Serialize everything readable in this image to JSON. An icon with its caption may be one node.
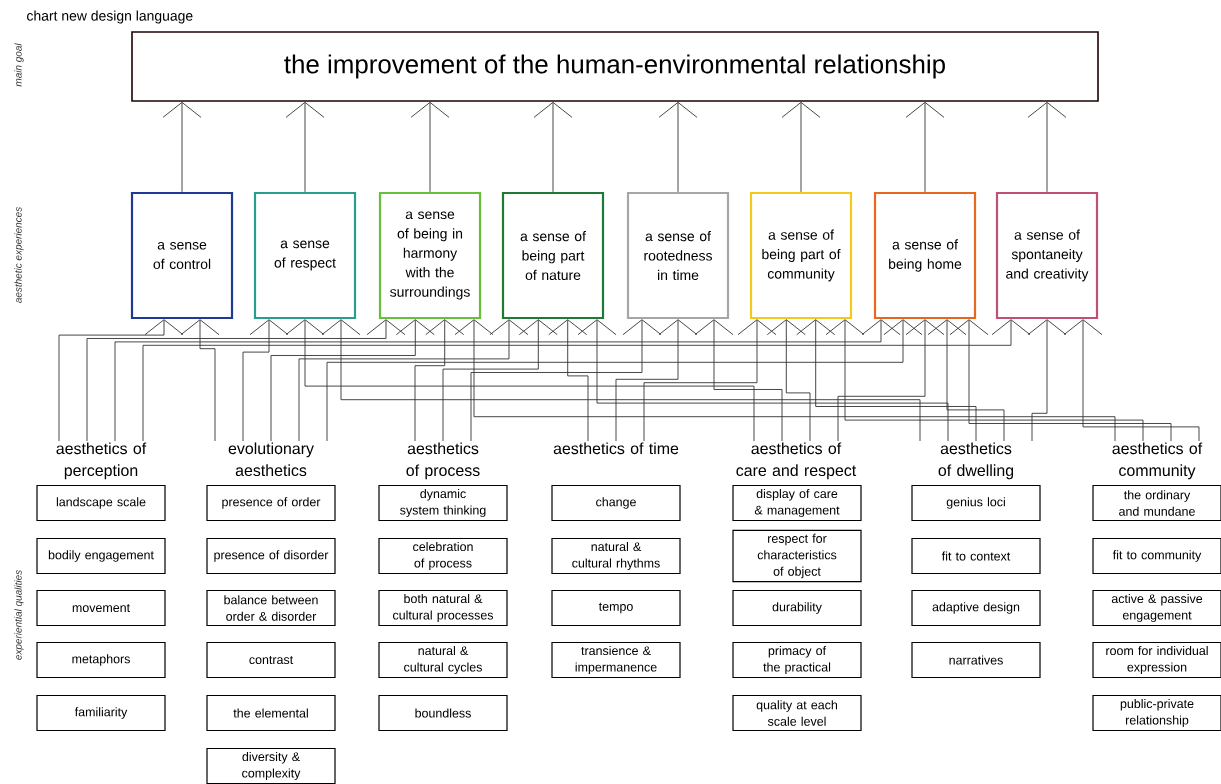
{
  "diagram": {
    "title": "chart new design language",
    "nodes": [
      {
        "text": [
          "the improvement of the human-environmental relationship"
        ]
      },
      {
        "text": [
          "a sense of control"
        ]
      },
      {
        "text": [
          "a sense of respect"
        ]
      },
      {
        "text": [
          "a sense of being in harmony with the surroundings"
        ]
      },
      {
        "text": [
          "a sense of being part of nature"
        ]
      },
      {
        "text": [
          "a sense of rootedness in time"
        ]
      },
      {
        "text": [
          "a sense of being part of community"
        ]
      },
      {
        "text": [
          "a sense of being home"
        ]
      },
      {
        "text": [
          "a sense of spontaneity and creativity"
        ]
      },
      {
        "text": [
          "aesthetics of perception"
        ]
      },
      {
        "text": [
          "evolutionary aesthetics"
        ]
      },
      {
        "text": [
          "aesthetics of process"
        ]
      },
      {
        "text": [
          "aesthetics of time"
        ]
      },
      {
        "text": [
          "aesthetics of care and respect"
        ]
      },
      {
        "text": [
          "aesthetics of dwelling"
        ]
      },
      {
        "text": [
          "aesthetics of community"
        ]
      },
      {
        "text": [
          "landscape scale"
        ]
      },
      {
        "text": [
          "bodily engagement"
        ]
      },
      {
        "text": [
          "movement"
        ]
      },
      {
        "text": [
          "metaphors"
        ]
      },
      {
        "text": [
          "familiarity"
        ]
      },
      {
        "text": [
          "presence of order"
        ]
      },
      {
        "text": [
          "presence of disorder"
        ]
      },
      {
        "text": [
          "balance between order & disorder"
        ]
      },
      {
        "text": [
          "contrast"
        ]
      },
      {
        "text": [
          "the elemental"
        ]
      },
      {
        "text": [
          "diversity & complexity"
        ]
      },
      {
        "text": [
          "dynamic system thinking"
        ]
      },
      {
        "text": [
          "celebration of process"
        ]
      },
      {
        "text": [
          "both natural & cultural processes"
        ]
      },
      {
        "text": [
          "natural & cultural cycles"
        ]
      },
      {
        "text": [
          "boundless"
        ]
      },
      {
        "text": [
          "change"
        ]
      },
      {
        "text": [
          "natural & cultural rhythms"
        ]
      },
      {
        "text": [
          "tempo"
        ]
      },
      {
        "text": [
          "transience & impermanence"
        ]
      },
      {
        "text": [
          "display of care & management"
        ]
      },
      {
        "text": [
          "respect for characteristics of object"
        ]
      },
      {
        "text": [
          "durability"
        ]
      },
      {
        "text": [
          "primacy of the practical"
        ]
      },
      {
        "text": [
          "quality at each scale level"
        ]
      },
      {
        "text": [
          "genius loci"
        ]
      },
      {
        "text": [
          "fit to context"
        ]
      },
      {
        "text": [
          "adaptive design"
        ]
      },
      {
        "text": [
          "narratives"
        ]
      },
      {
        "text": [
          "the ordinary and mundane"
        ]
      },
      {
        "text": [
          "fit to community"
        ]
      },
      {
        "text": [
          "active & passive engagement"
        ]
      },
      {
        "text": [
          "room for individual expression"
        ]
      },
      {
        "text": [
          "public-private relationship"
        ]
      }
    ],
    "edges": [
      {
        "from": 1,
        "to": 0,
        "arrow": "to"
      },
      {
        "from": 2,
        "to": 0,
        "arrow": "to"
      },
      {
        "from": 3,
        "to": 0,
        "arrow": "to"
      },
      {
        "from": 4,
        "to": 0,
        "arrow": "to"
      },
      {
        "from": 5,
        "to": 0,
        "arrow": "to"
      },
      {
        "from": 6,
        "to": 0,
        "arrow": "to"
      },
      {
        "from": 7,
        "to": 0,
        "arrow": "to"
      },
      {
        "from": 8,
        "to": 0,
        "arrow": "to"
      },
      {
        "from": 9,
        "to": 1,
        "arrow": "to"
      },
      {
        "from": 9,
        "to": 3,
        "arrow": "to"
      },
      {
        "from": 9,
        "to": 7,
        "arrow": "to"
      },
      {
        "from": 9,
        "to": 8,
        "arrow": "to"
      },
      {
        "from": 10,
        "to": 1,
        "arrow": "to"
      },
      {
        "from": 10,
        "to": 2,
        "arrow": "to"
      },
      {
        "from": 10,
        "to": 3,
        "arrow": "to"
      },
      {
        "from": 10,
        "to": 4,
        "arrow": "to"
      },
      {
        "from": 10,
        "to": 7,
        "arrow": "to"
      },
      {
        "from": 11,
        "to": 3,
        "arrow": "to"
      },
      {
        "from": 11,
        "to": 4,
        "arrow": "to"
      },
      {
        "from": 11,
        "to": 5,
        "arrow": "to"
      },
      {
        "from": 12,
        "to": 4,
        "arrow": "to"
      },
      {
        "from": 12,
        "to": 5,
        "arrow": "to"
      },
      {
        "from": 12,
        "to": 6,
        "arrow": "to"
      },
      {
        "from": 13,
        "to": 2,
        "arrow": "to"
      },
      {
        "from": 13,
        "to": 5,
        "arrow": "to"
      },
      {
        "from": 13,
        "to": 6,
        "arrow": "to"
      },
      {
        "from": 13,
        "to": 7,
        "arrow": "to"
      },
      {
        "from": 14,
        "to": 2,
        "arrow": "to"
      },
      {
        "from": 14,
        "to": 4,
        "arrow": "to"
      },
      {
        "from": 14,
        "to": 6,
        "arrow": "to"
      },
      {
        "from": 14,
        "to": 7,
        "arrow": "to"
      },
      {
        "from": 14,
        "to": 8,
        "arrow": "to"
      },
      {
        "from": 15,
        "to": 3,
        "arrow": "to"
      },
      {
        "from": 15,
        "to": 6,
        "arrow": "to"
      },
      {
        "from": 15,
        "to": 7,
        "arrow": "to"
      },
      {
        "from": 15,
        "to": 8,
        "arrow": "to"
      }
    ],
    "labels": [
      "main goal",
      "aesthetic experiences",
      "experiential qualities"
    ]
  }
}
